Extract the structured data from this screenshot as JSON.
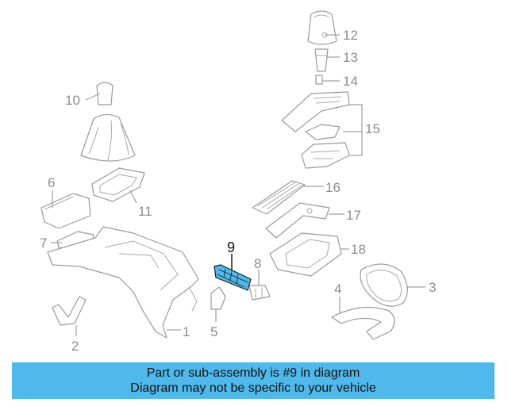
{
  "callouts": {
    "c1": "1",
    "c2": "2",
    "c3": "3",
    "c4": "4",
    "c5": "5",
    "c6": "6",
    "c7": "7",
    "c8": "8",
    "c9": "9",
    "c10": "10",
    "c11": "11",
    "c12": "12",
    "c13": "13",
    "c14": "14",
    "c15": "15",
    "c16": "16",
    "c17": "17",
    "c18": "18"
  },
  "banner": {
    "line1": "Part or sub-assembly is #9 in diagram",
    "line2": "Diagram may not be specific to your vehicle"
  },
  "colors": {
    "highlight_part": "#4fb9ec",
    "banner_background": "#4fb9ec",
    "line_art": "#9a9a9a"
  }
}
